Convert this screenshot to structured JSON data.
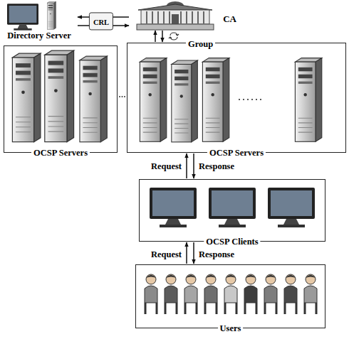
{
  "diagram": {
    "nodes": [
      {
        "text": [
          "Directory Server"
        ]
      },
      {
        "text": [
          "CA"
        ]
      },
      {
        "text": [
          "OCSP Servers"
        ]
      },
      {
        "text": [
          "Group",
          "OCSP Servers"
        ]
      },
      {
        "text": [
          "OCSP Clients"
        ]
      },
      {
        "text": [
          "Users"
        ]
      }
    ],
    "edges": [
      {
        "from": 1,
        "to": 0,
        "arrow": "to",
        "label": "CRL"
      },
      {
        "from": 0,
        "to": 1,
        "arrow": "to"
      },
      {
        "from": 3,
        "to": 1,
        "arrow": "to"
      },
      {
        "from": 1,
        "to": 3,
        "arrow": "to"
      },
      {
        "from": 4,
        "to": 3,
        "arrow": "to",
        "label": "Request"
      },
      {
        "from": 3,
        "to": 4,
        "arrow": "to",
        "label": "Response"
      },
      {
        "from": 5,
        "to": 4,
        "arrow": "to",
        "label": "Request"
      },
      {
        "from": 4,
        "to": 5,
        "arrow": "to",
        "label": "Response"
      }
    ]
  }
}
